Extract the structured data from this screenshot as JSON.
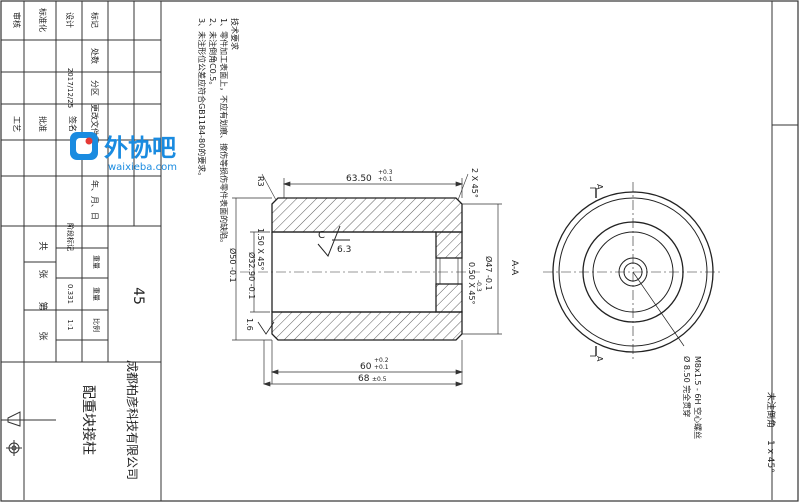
{
  "title_block": {
    "row_labels": [
      "标记",
      "处数",
      "分区",
      "更改文件号",
      "签名",
      "年、月、日"
    ],
    "sign_labels": [
      "设计",
      "标准化",
      "审核",
      "工艺",
      "批准"
    ],
    "date": "2017/12/25",
    "stage_label": "阶段标记",
    "weight_label": "重量",
    "scale_label": "比例",
    "weight": "0.331",
    "scale": "1:1",
    "sheet_total": "共",
    "sheet_unit_total": "张",
    "sheet_current": "第",
    "sheet_unit_current": "张",
    "material": "45",
    "company": "成都柏彦科技有限公司",
    "part_name": "配重块接柱"
  },
  "tech_notes": {
    "heading": "技术要求",
    "items": [
      "1、零件加工表面上，不应有划痕、擦伤等损伤零件表面的缺陷。",
      "2、未注倒角C0.5。",
      "3、未注形位公差应符合GB1184-80的要求。"
    ]
  },
  "watermark": {
    "brand": "外协吧",
    "url": "waixieba.com"
  },
  "dims": {
    "len_635": "63.50",
    "len_635_tol_up": "+0.3",
    "len_635_tol_dn": "+0.1",
    "len_60": "60",
    "len_60_tol_up": "+0.2",
    "len_60_tol_dn": "+0.1",
    "len_68": "68",
    "len_68_tol": "±0.5",
    "chamfer_top": "2 X 45°",
    "r_top": "R3",
    "chamfer_left": "1.50 X 45°",
    "dia_50": "Ø50 -0.1",
    "dia_3290": "Ø32.90 -0.1",
    "dia_47": "Ø47 -0.1",
    "dia_47_tol": "-0.3",
    "chamfer_right": "0.50 X 45°",
    "roughness_c": "C",
    "roughness_val": "6.3",
    "roughness_small": "1.6",
    "section_label": "A-A",
    "view_label_top": "A",
    "view_label_bottom": "A",
    "thread_note": "M8x1.5 - 6H 空心螺丝",
    "thread_note2": "Ø 8.50 完全贯穿",
    "corner_note": "未注倒角",
    "corner_value": "1 x 45°"
  }
}
